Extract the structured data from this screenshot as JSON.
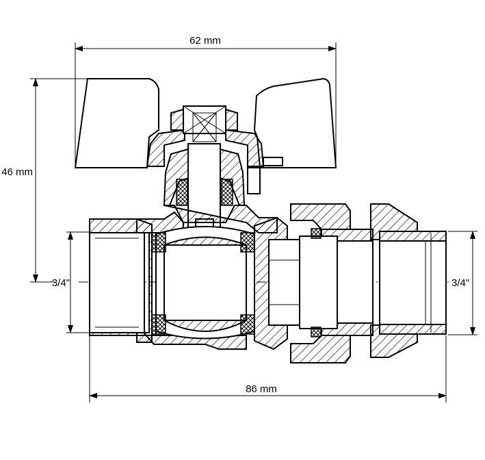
{
  "dimensions": {
    "top_width": "62 mm",
    "height": "46 mm",
    "bottom_width": "86 mm",
    "left_thread": "3/4\"",
    "right_thread": "3/4\""
  }
}
